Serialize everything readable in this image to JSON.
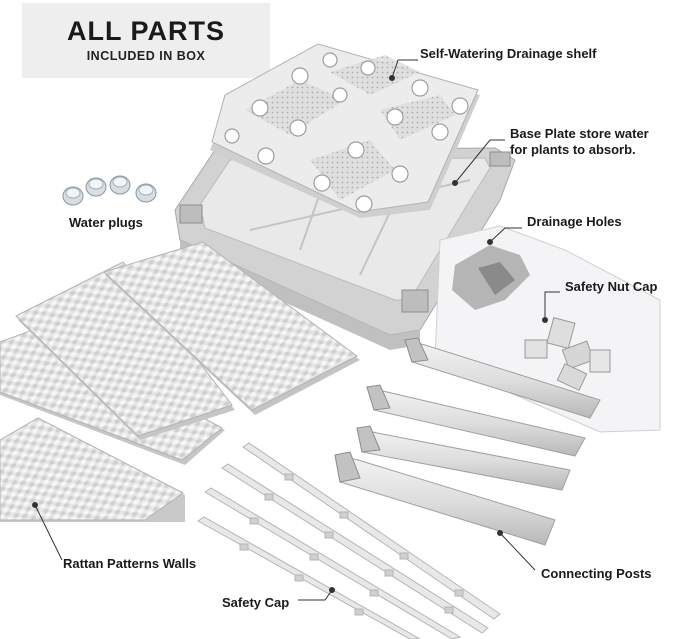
{
  "header": {
    "title": "ALL PARTS",
    "subtitle": "INCLUDED IN BOX"
  },
  "labels": {
    "shelf": "Self-Watering Drainage shelf",
    "base_line1": "Base Plate store water",
    "base_line2": "for plants to absorb.",
    "drainage": "Drainage Holes",
    "nut_cap": "Safety Nut Cap",
    "plugs": "Water plugs",
    "walls": "Rattan Patterns Walls",
    "posts": "Connecting Posts",
    "safety_cap": "Safety Cap"
  },
  "colors": {
    "background": "#ffffff",
    "header_box": "#eeeeee",
    "part_fill": "#e4e4e4",
    "part_shadow": "#b9b9b9",
    "leader_line": "#333333"
  }
}
